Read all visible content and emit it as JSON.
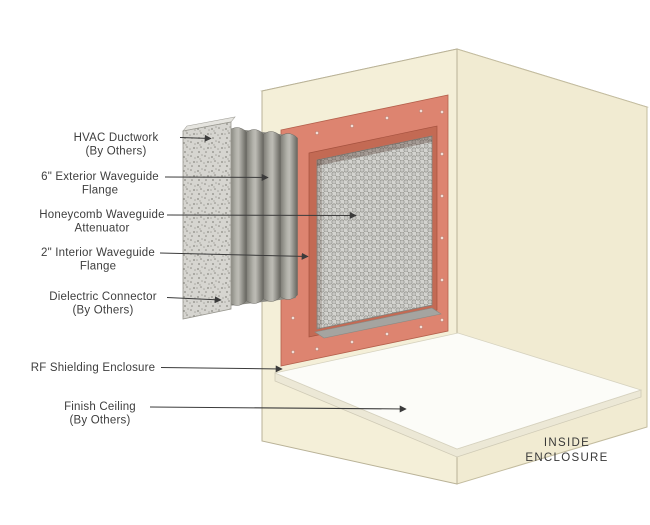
{
  "diagram": {
    "labels": [
      {
        "lines": [
          "HVAC Ductwork",
          "(By Others)"
        ]
      },
      {
        "lines": [
          "6\" Exterior Waveguide",
          "Flange"
        ]
      },
      {
        "lines": [
          "Honeycomb Waveguide",
          "Attenuator"
        ]
      },
      {
        "lines": [
          "2\" Interior Waveguide",
          "Flange"
        ]
      },
      {
        "lines": [
          "Dielectric Connector",
          "(By Others)"
        ]
      },
      {
        "lines": [
          "RF Shielding Enclosure"
        ]
      },
      {
        "lines": [
          "Finish Ceiling",
          "(By Others)"
        ]
      }
    ],
    "inside_enclosure": {
      "lines": [
        "INSIDE",
        "ENCLOSURE"
      ]
    },
    "colors": {
      "roof": "#f8f4e3",
      "wall": "#f4efd8",
      "interior_wall": "#f1ebd2",
      "ceiling": "#fcfcf8",
      "flange": "#dd8470",
      "flange_recess": "#c36a54",
      "honeycomb": "#d3d3cf",
      "duct": "#8d8c85"
    }
  }
}
